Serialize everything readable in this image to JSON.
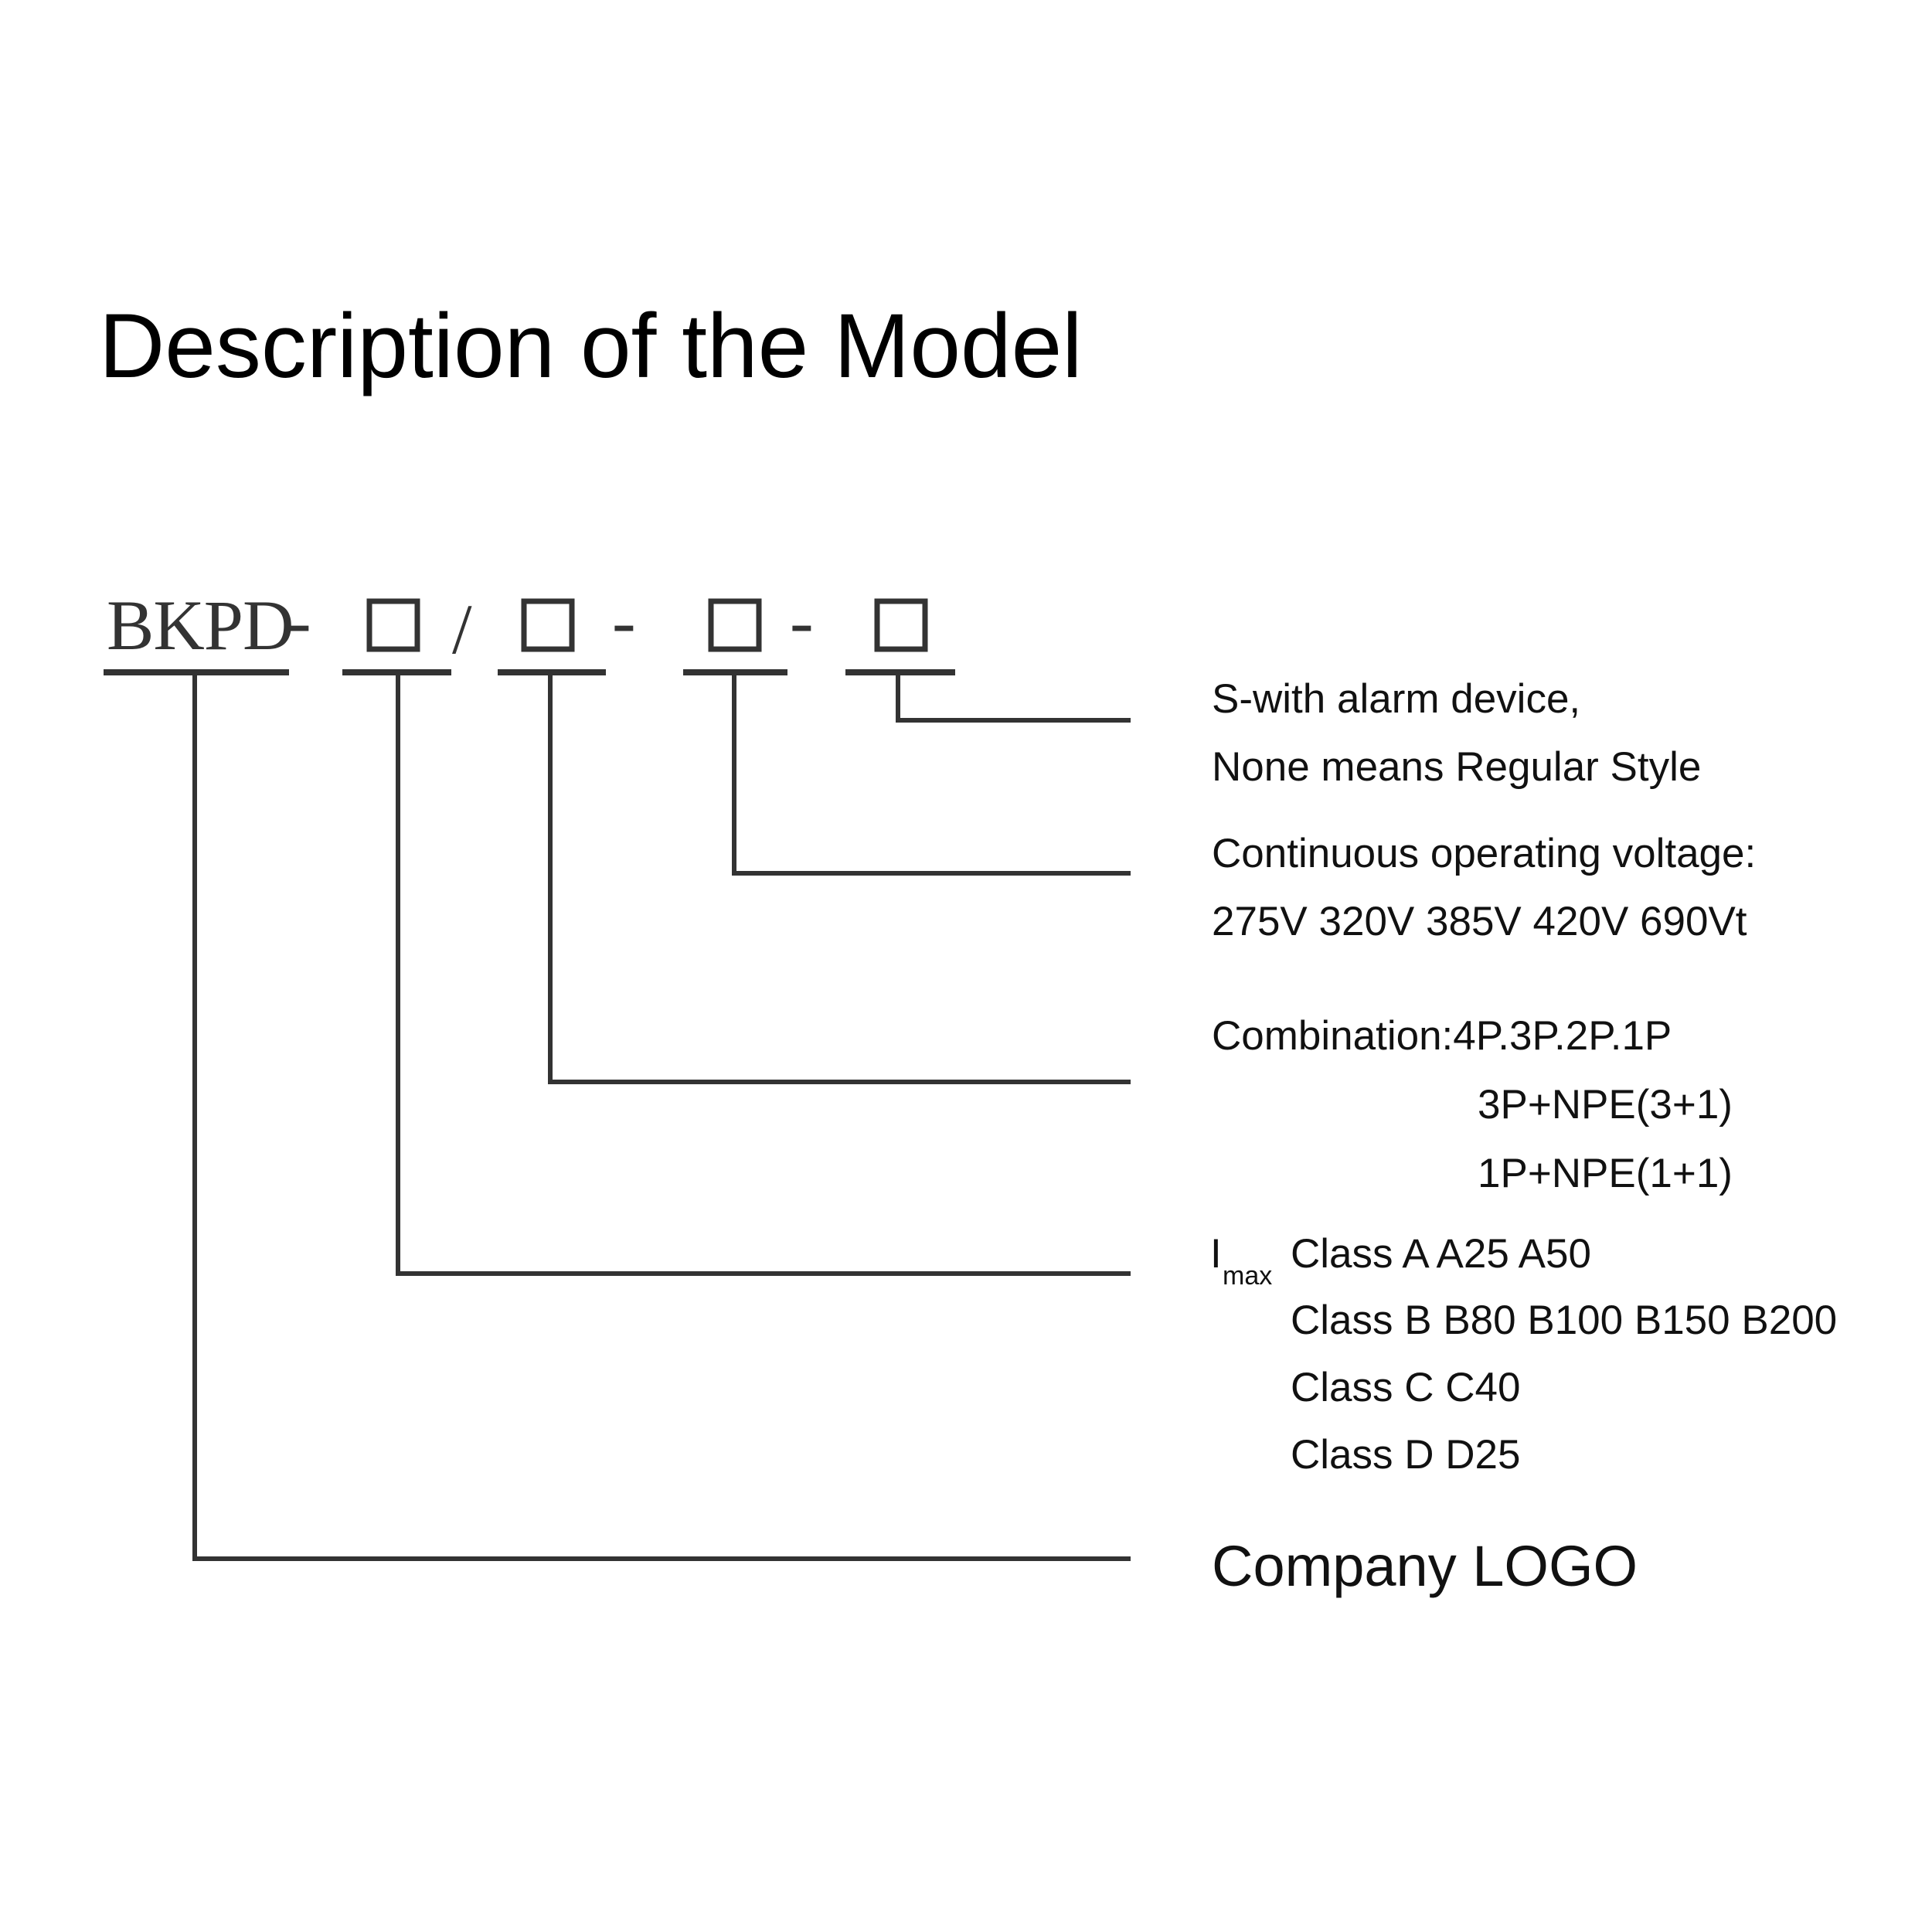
{
  "title": "Description of the Model",
  "model_code": {
    "prefix": "BKPD",
    "separators": [
      "-",
      "/",
      "-",
      "-"
    ],
    "placeholder_count": 4
  },
  "descriptions": {
    "alarm": [
      "S-with alarm device,",
      "None means Regular Style"
    ],
    "voltage": [
      "Continuous operating voltage:",
      "275V 320V 385V 420V 690Vt"
    ],
    "combination": [
      "Combination:4P.3P.2P.1P",
      "3P+NPE(3+1)",
      "1P+NPE(1+1)"
    ],
    "imax": {
      "symbol": "I",
      "subscript": "max",
      "classes": [
        "Class A A25 A50",
        "Class B B80 B100 B150 B200",
        "Class C C40",
        "Class D D25"
      ]
    },
    "logo": "Company LOGO"
  }
}
